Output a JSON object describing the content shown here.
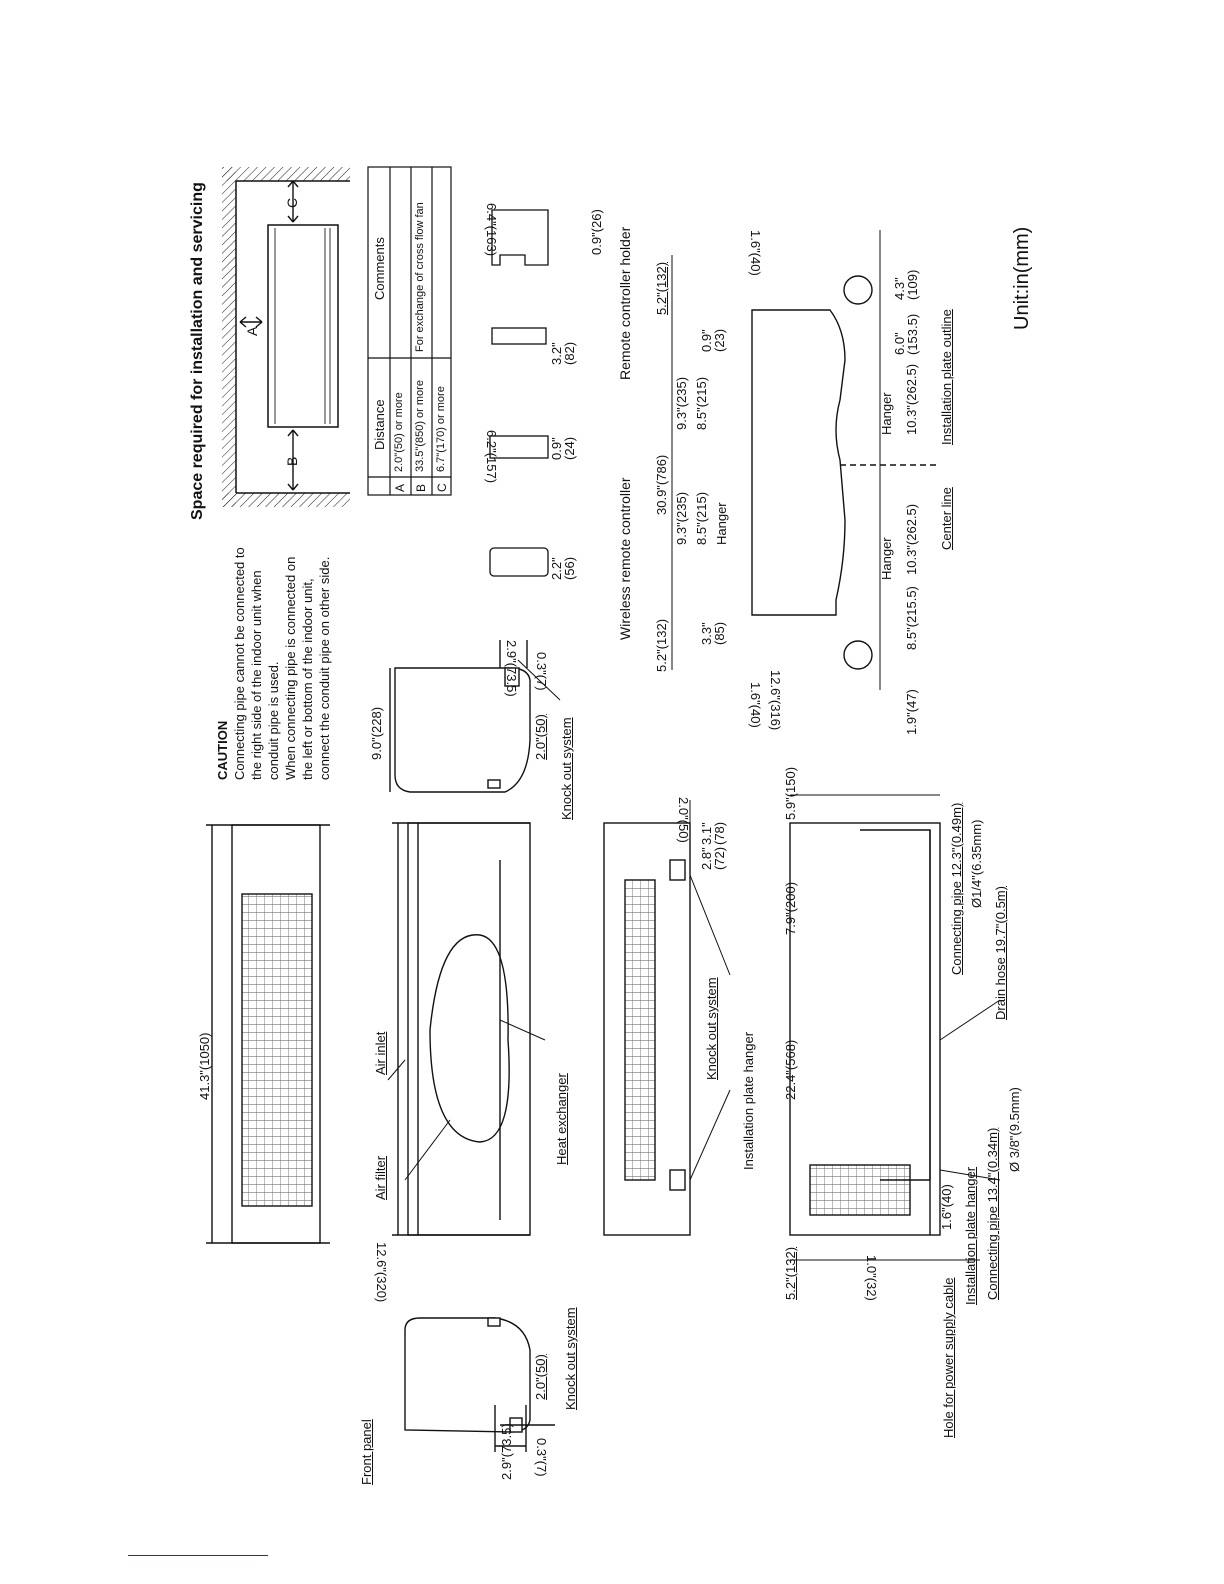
{
  "title": "Space required for installation and servicing",
  "unit": "Unit:in(mm)",
  "caution": {
    "heading": "CAUTION",
    "lines": [
      "Connecting pipe cannot be connected to",
      "the right side of the indoor unit when",
      "conduit pipe is used.",
      "When connecting pipe is connected on",
      "the left or bottom of the indoor unit,",
      "connect the conduit pipe on other side."
    ]
  },
  "space_table": {
    "headers": [
      "",
      "Distance",
      "Comments"
    ],
    "rows": [
      [
        "A",
        "2.0\"(50) or more",
        ""
      ],
      [
        "B",
        "33.5\"(850) or more",
        "For exchange of cross flow fan"
      ],
      [
        "C",
        "6.7\"(170) or more",
        ""
      ]
    ],
    "diagram_letters": [
      "A",
      "B",
      "C"
    ]
  },
  "labels": {
    "front_panel": "Front panel",
    "knock_out_left": "Knock out system",
    "knock_out_right": "Knock out system",
    "knock_out_bottom": "Knock out system",
    "air_filter": "Air filter",
    "air_inlet": "Air inlet",
    "heat_exchanger": "Heat exchanger",
    "installation_plate_hanger_top": "Installation plate hanger",
    "installation_plate_hanger_bottom": "Installation plate hanger",
    "hole_power_supply": "Hole for power supply cable",
    "connecting_pipe_left": "Connecting pipe 13.4\"(0.34m)",
    "connecting_pipe_left_dia": "Ø 3/8\"(9.5mm)",
    "connecting_pipe_right": "Connecting pipe 12.3\"(0.49m)",
    "connecting_pipe_right_dia": "Ø1/4\"(6.35mm)",
    "drain_hose": "Drain hose 19.7\"(0.5m)",
    "wireless_remote": "Wireless remote controller",
    "remote_holder": "Remote controller holder",
    "hanger_1": "Hanger",
    "hanger_2": "Hanger",
    "hanger_3": "Hanger",
    "center_line": "Center line",
    "plate_outline": "Installation plate outline"
  },
  "dims": {
    "side_left_depth": "2.9\"(73.5)",
    "side_left_bottom": "0.3\"(7)",
    "side_left_knock": "2.0\"(50)",
    "top_width": "41.3\"(1050)",
    "front_height": "12.6\"(320)",
    "side_right_height": "9.0\"(228)",
    "side_right_depth": "2.9\"(73.5)",
    "side_right_knock": "2.0\"(50)",
    "side_right_bottom": "0.3\"(7)",
    "bottom_2_0": "2.0\"(50)",
    "bottom_2_8": "2.8\"",
    "bottom_72": "(72)",
    "bottom_3_1": "3.1\"",
    "bottom_78": "(78)",
    "rear_5_2_left": "5.2\"(132)",
    "rear_1_6": "1.6\"(40)",
    "rear_1_0": "1.0\"(32)",
    "rear_22_4": "22.4\"(568)",
    "rear_7_9": "7.9\"(200)",
    "rear_5_9": "5.9\"(150)",
    "remote_2_2": "2.2\"",
    "remote_56": "(56)",
    "remote_0_9": "0.9\"",
    "remote_24": "(24)",
    "remote_6_2": "6.2\"(157)",
    "holder_3_2": "3.2\"",
    "holder_82": "(82)",
    "holder_6_4": "6.4\"(163)",
    "holder_0_9": "0.9\"(26)",
    "plate_5_2_left": "5.2\"(132)",
    "plate_3_3": "3.3\"",
    "plate_85": "(85)",
    "plate_9_3_left": "9.3\"(235)",
    "plate_8_5_left": "8.5\"(215)",
    "plate_30_9": "30.9\"(786)",
    "plate_9_3_right": "9.3\"(235)",
    "plate_8_5_right": "8.5\"(215)",
    "plate_0_9": "0.9\"",
    "plate_23": "(23)",
    "plate_5_2_right": "5.2\"(132)",
    "plate_12_6": "12.6\"(316)",
    "plate_1_6_left": "1.6\"(40)",
    "plate_1_6_right": "1.6\"(40)",
    "plate_1_9": "1.9\"(47)",
    "plate_8_5_bottom": "8.5\"(215.5)",
    "plate_10_3_left": "10.3\"(262.5)",
    "plate_10_3_right": "10.3\"(262.5)",
    "plate_6_0": "6.0\"",
    "plate_153": "(153.5)",
    "plate_4_3": "4.3\"",
    "plate_109": "(109)"
  }
}
